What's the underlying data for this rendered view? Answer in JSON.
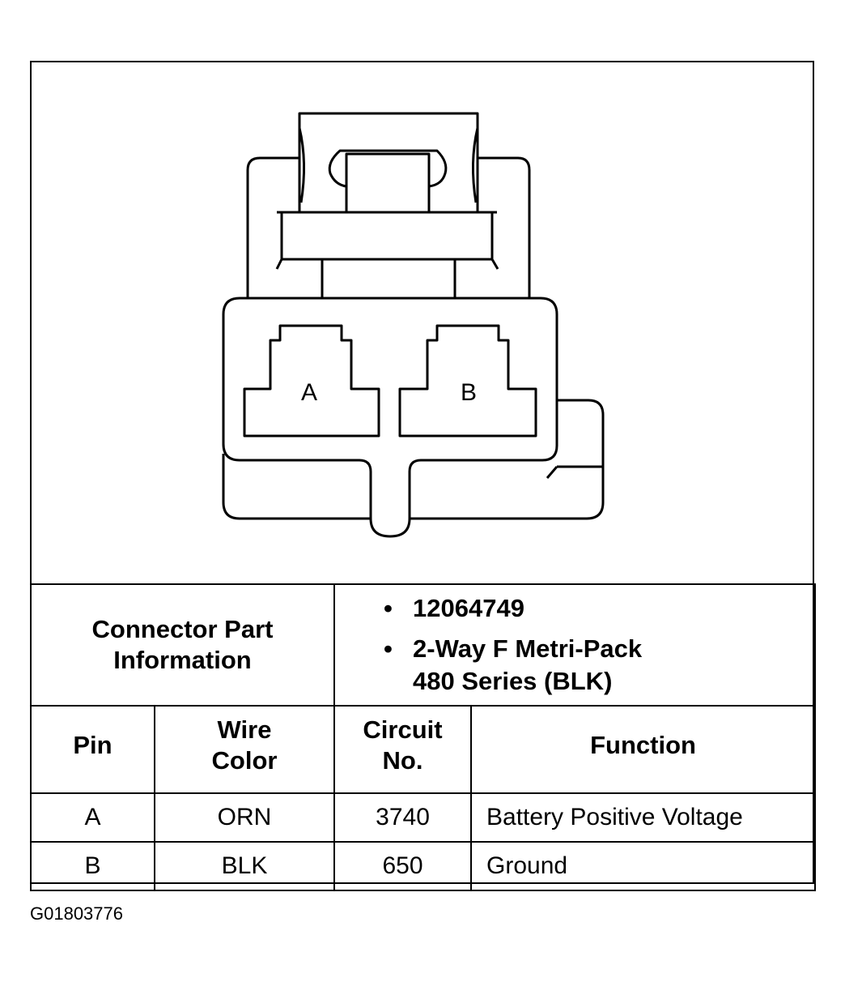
{
  "connector": {
    "pin_labels": [
      "A",
      "B"
    ]
  },
  "part_info": {
    "label_line1": "Connector Part",
    "label_line2": "Information",
    "items": [
      "12064749",
      "2-Way F Metri-Pack"
    ],
    "item2_line2": "480 Series (BLK)"
  },
  "table": {
    "headers": {
      "pin": "Pin",
      "wire_color_line1": "Wire",
      "wire_color_line2": "Color",
      "circuit_line1": "Circuit",
      "circuit_line2": "No.",
      "function": "Function"
    },
    "rows": [
      {
        "pin": "A",
        "wire_color": "ORN",
        "circuit": "3740",
        "function": "Battery Positive Voltage"
      },
      {
        "pin": "B",
        "wire_color": "BLK",
        "circuit": "650",
        "function": "Ground"
      }
    ]
  },
  "figure_id": "G01803776"
}
